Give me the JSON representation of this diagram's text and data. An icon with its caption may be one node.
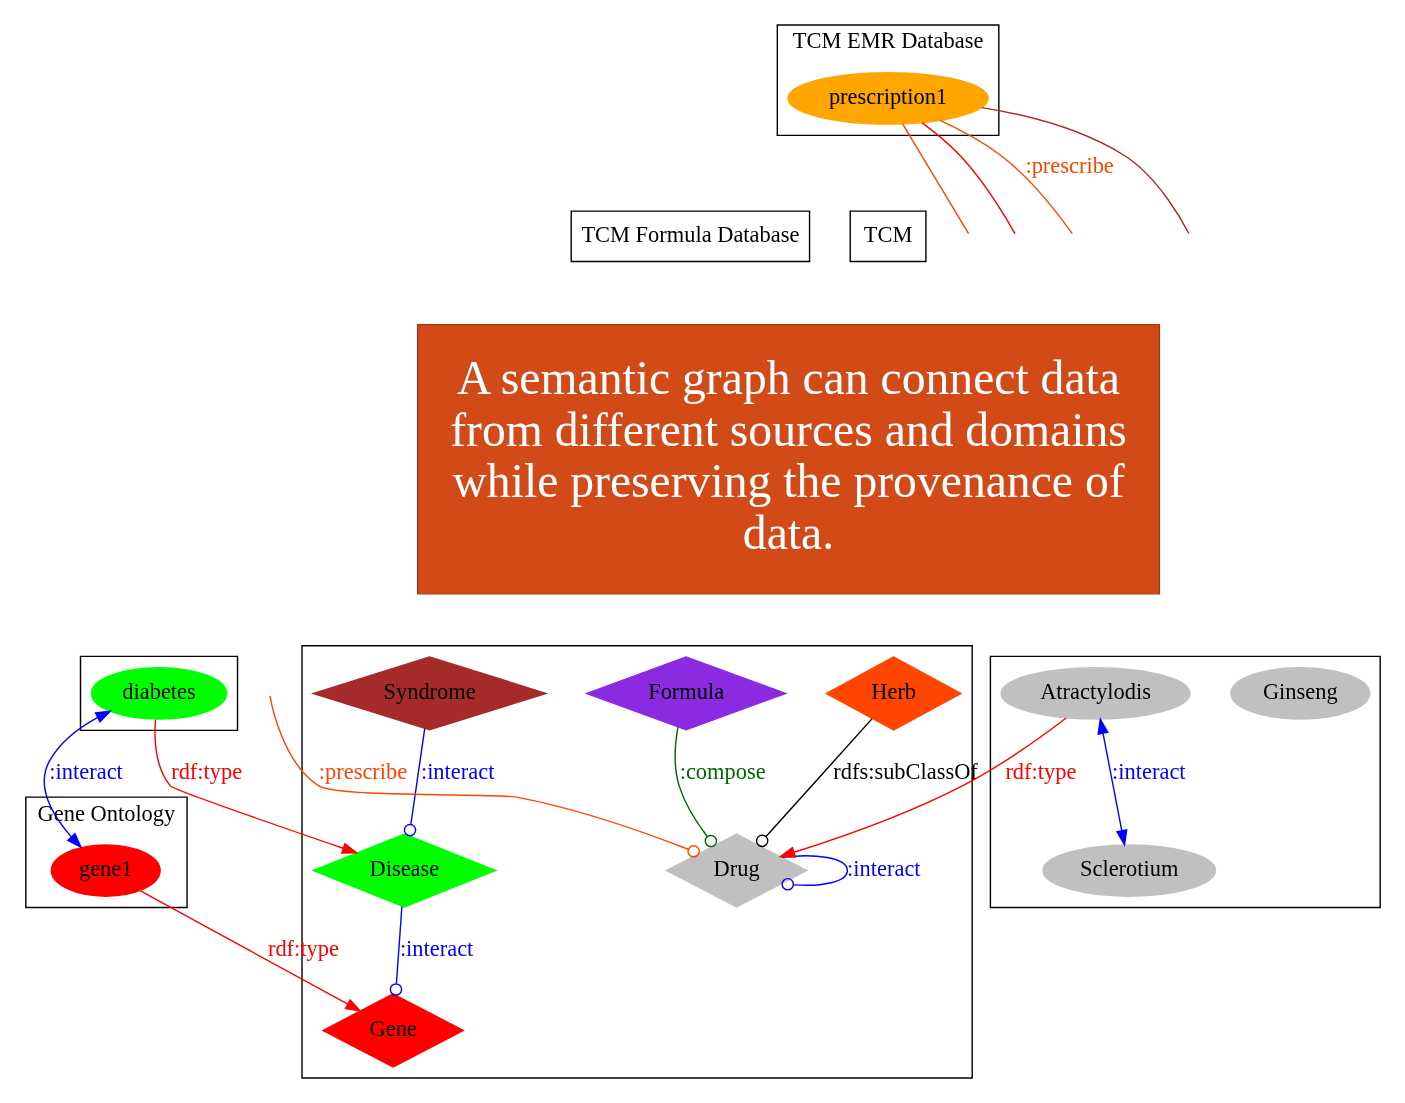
{
  "diagram": {
    "nodes": [
      {
        "text": [
          "TCM EMR Database"
        ]
      },
      {
        "text": [
          "prescription1"
        ],
        "in": 0
      },
      {
        "text": [
          "TCM Formula Database"
        ]
      },
      {
        "text": [
          "TCM"
        ]
      },
      {
        "text": [
          "A semantic graph can connect data from different sources and domains while preserving the provenance of data."
        ]
      },
      {
        "text": [],
        "shape": "box"
      },
      {
        "text": [
          "diabetes"
        ],
        "in": 5
      },
      {
        "text": [],
        "shape": "box"
      },
      {
        "text": [
          "Syndrome"
        ],
        "in": 7
      },
      {
        "text": [
          "Formula"
        ],
        "in": 7
      },
      {
        "text": [
          "Herb"
        ],
        "in": 7
      },
      {
        "text": [
          "Disease"
        ],
        "in": 7
      },
      {
        "text": [
          "Drug"
        ],
        "in": 7
      },
      {
        "text": [
          "Gene"
        ],
        "in": 7
      },
      {
        "text": [],
        "shape": "box"
      },
      {
        "text": [
          "Atractylodis"
        ],
        "in": 14
      },
      {
        "text": [
          "Ginseng"
        ],
        "in": 14
      },
      {
        "text": [
          "Sclerotium"
        ],
        "in": 14
      },
      {
        "text": [
          "Gene Ontology"
        ]
      },
      {
        "text": [
          "gene1"
        ],
        "in": 18
      }
    ],
    "edges": [
      {
        "from": 1,
        "to": null,
        "arrow": "none",
        "color": "#a52a2a"
      },
      {
        "from": 1,
        "to": null,
        "arrow": "none",
        "label": ":prescribe",
        "color": "#ff4500"
      },
      {
        "from": 1,
        "to": null,
        "arrow": "none",
        "color": "#ff0000"
      },
      {
        "from": 1,
        "to": null,
        "arrow": "none",
        "color": "#ff4500"
      },
      {
        "from": 6,
        "to": 19,
        "arrow": "both",
        "label": ":interact",
        "color": "#0000ff"
      },
      {
        "from": 6,
        "to": 11,
        "arrow": "to",
        "label": "rdf:type",
        "color": "#ff0000"
      },
      {
        "from": 8,
        "to": 11,
        "arrow": "other",
        "label": ":interact",
        "color": "#0000ff"
      },
      {
        "from": 11,
        "to": 13,
        "arrow": "other",
        "label": ":interact",
        "color": "#0000ff"
      },
      {
        "from": 19,
        "to": 13,
        "arrow": "to",
        "label": "rdf:type",
        "color": "#ff0000"
      },
      {
        "from": 9,
        "to": 12,
        "arrow": "other",
        "label": ":compose",
        "color": "#006400"
      },
      {
        "from": null,
        "to": 12,
        "arrow": "other",
        "label": ":prescribe",
        "color": "#ff4500"
      },
      {
        "from": 10,
        "to": 12,
        "arrow": "other",
        "label": "rdfs:subClassOf",
        "color": "#000000"
      },
      {
        "from": 15,
        "to": 12,
        "arrow": "to",
        "label": "rdf:type",
        "color": "#ff0000"
      },
      {
        "from": 12,
        "to": 12,
        "arrow": "other",
        "label": ":interact",
        "color": "#0000ff"
      },
      {
        "from": 15,
        "to": 17,
        "arrow": "both",
        "label": ":interact",
        "color": "#0000ff"
      }
    ]
  }
}
